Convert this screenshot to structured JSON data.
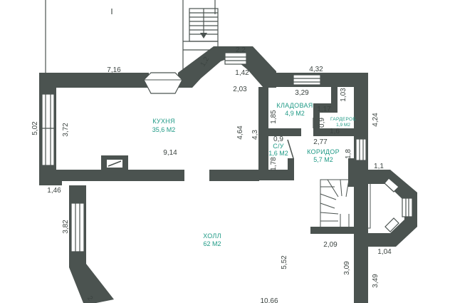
{
  "colors": {
    "wall": "#4b5350",
    "room_label": "#1f9a86",
    "dimension_text": "#3c4441",
    "background": "#ffffff"
  },
  "rooms": {
    "kitchen": {
      "name": "КУХНЯ",
      "area": "35,6 М2"
    },
    "storage": {
      "name": "КЛАДОВАЯ",
      "area": "4,9 М2"
    },
    "wardrobe": {
      "name": "ГАРДЕРОБ",
      "area": "1,9 М2"
    },
    "wc": {
      "name": "С/У",
      "area": "1,6 М2"
    },
    "corridor": {
      "name": "КОРИДОР",
      "area": "5,7 М2"
    },
    "hall": {
      "name": "ХОЛЛ",
      "area": "62 М2"
    }
  },
  "dimensions": {
    "top_left_wall": "7,16",
    "bay_top": "2,2",
    "bay_diag": "1,2",
    "bay_inner": "1,42",
    "storage_top": "4,32",
    "kitchen_inner": "2,03",
    "storage_width": "3,29",
    "storage_right": "1,03",
    "wardrobe_top": "1,17",
    "wardrobe_width": "1,6",
    "wardrobe_height": "0,9",
    "right_wall": "4,24",
    "left_outer": "5,02",
    "left_inner": "3,72",
    "kitchen_depth": "4,64",
    "partition": "4,3",
    "storage_depth": "1,85",
    "wc_width": "0,9",
    "corridor_width": "2,77",
    "corridor_right": "1,8",
    "wc_depth": "1,78",
    "kitchen_width": "9,14",
    "stair_corner": "1,1",
    "left_corner": "1,46",
    "lower_left": "3,82",
    "hall_height": "5,52",
    "stair_width": "2,09",
    "bay2": "1,04",
    "lower_right": "3,09",
    "lower_right_outer": "3,49",
    "hall_width": "10,66",
    "lower_diag": "2"
  }
}
